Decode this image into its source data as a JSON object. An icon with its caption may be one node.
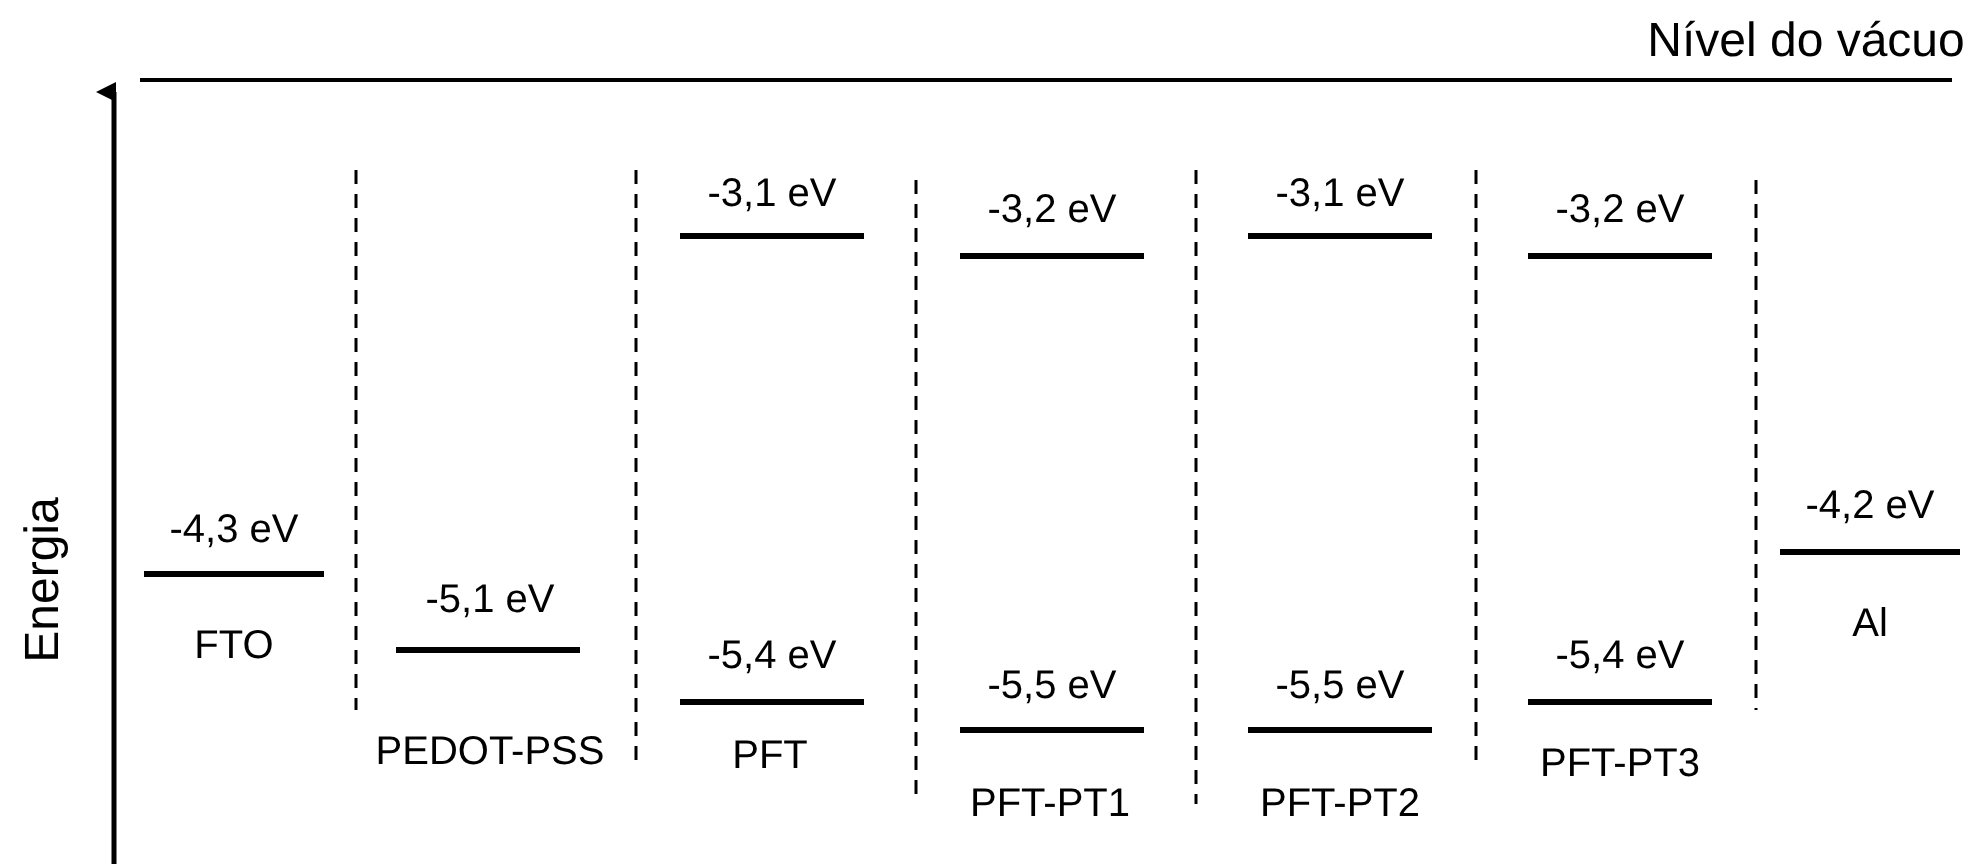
{
  "diagram": {
    "labels": [
      "Nível do vácuo",
      "Energia",
      "-4,3 eV",
      "FTO",
      "-5,1 eV",
      "PEDOT-PSS",
      "-3,1 eV",
      "-5,4 eV",
      "PFT",
      "-3,2 eV",
      "-5,5 eV",
      "PFT-PT1",
      "-3,1 eV",
      "-5,5 eV",
      "PFT-PT2",
      "-3,2 eV",
      "-5,4 eV",
      "PFT-PT3",
      "-4,2 eV",
      "Al"
    ]
  }
}
